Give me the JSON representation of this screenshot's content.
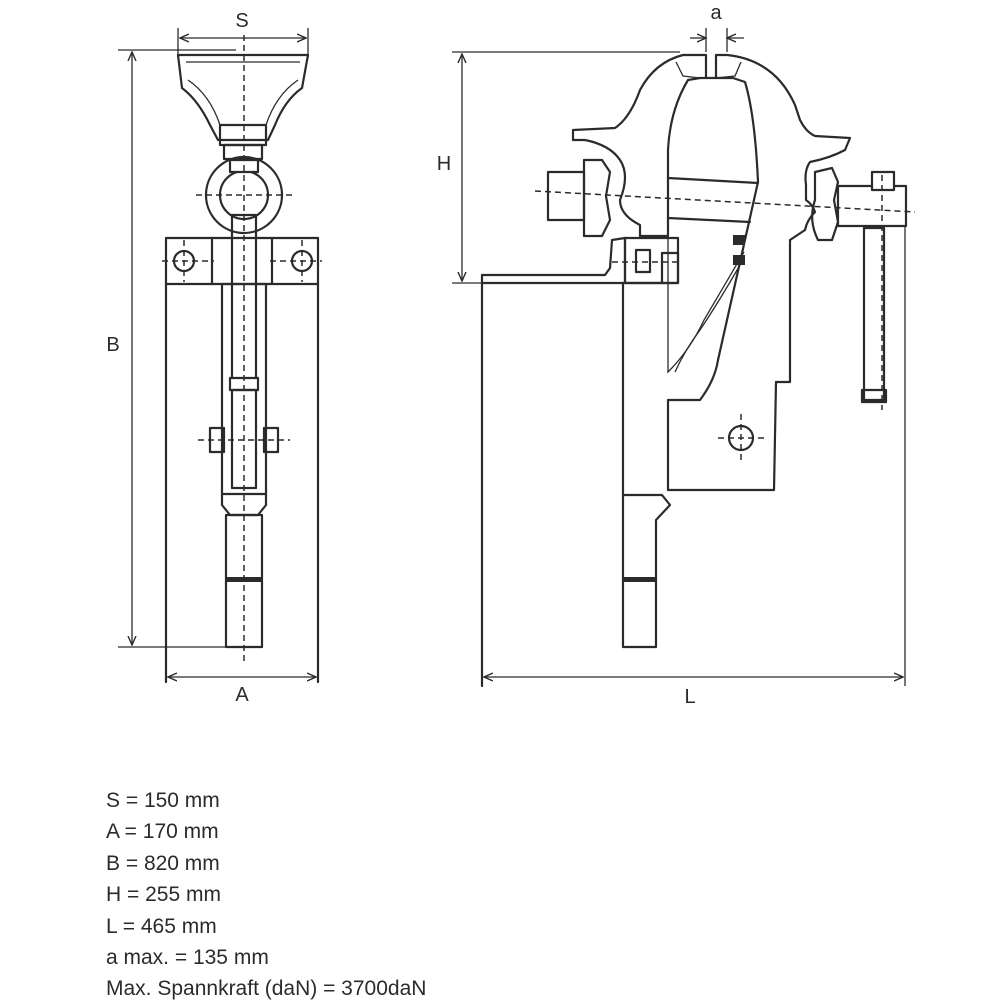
{
  "dimension_labels": {
    "S": "S",
    "A": "A",
    "B": "B",
    "H": "H",
    "L": "L",
    "a": "a"
  },
  "specifications": [
    "S = 150 mm",
    "A = 170 mm",
    "B = 820 mm",
    "H = 255 mm",
    "L = 465 mm",
    "a max. = 135 mm",
    "Max. Spannkraft (daN) = 3700daN"
  ]
}
